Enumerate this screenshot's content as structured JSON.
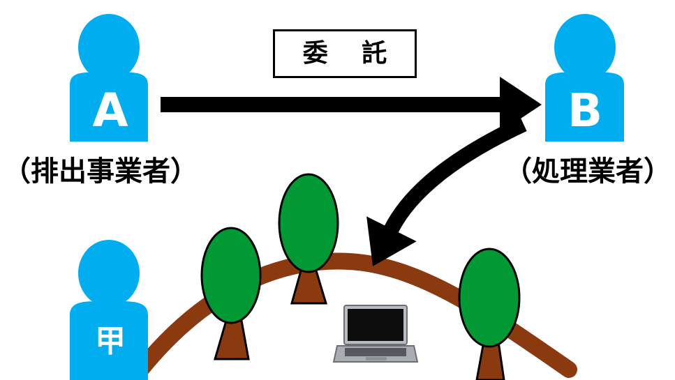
{
  "contract_label": "委 託",
  "party_a": {
    "letter": "A",
    "label": "（排出事業者）"
  },
  "party_b": {
    "letter": "B",
    "label": "（処理業者）"
  },
  "party_kou": {
    "letter": "甲"
  },
  "colors": {
    "person": "#00AEEF",
    "arrow": "#000000",
    "tree_foliage": "#009933",
    "tree_trunk": "#8B3A0F",
    "ground": "#8B3A0F"
  },
  "icons": [
    "person-icon",
    "tree-icon",
    "laptop-icon",
    "arrow-icon"
  ]
}
